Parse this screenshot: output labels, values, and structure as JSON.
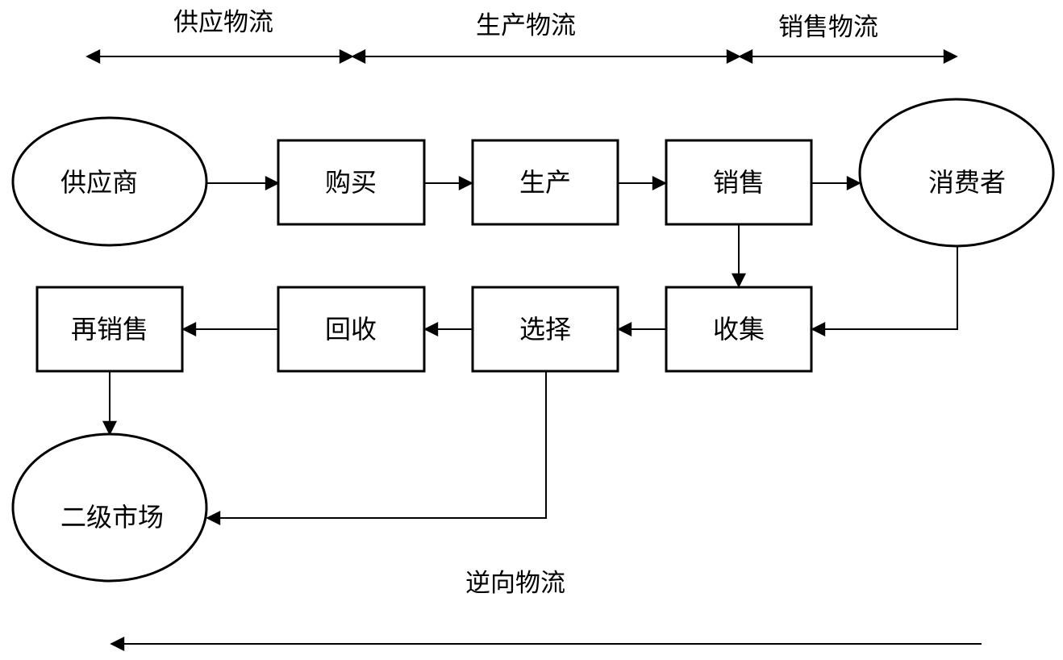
{
  "sections": {
    "supply": "供应物流",
    "production": "生产物流",
    "sales": "销售物流",
    "reverse": "逆向物流"
  },
  "nodes": {
    "supplier": "供应商",
    "purchase": "购买",
    "produce": "生产",
    "sell": "销售",
    "consumer": "消费者",
    "collect": "收集",
    "select": "选择",
    "recycle": "回收",
    "resell": "再销售",
    "secondary_market": "二级市场"
  }
}
